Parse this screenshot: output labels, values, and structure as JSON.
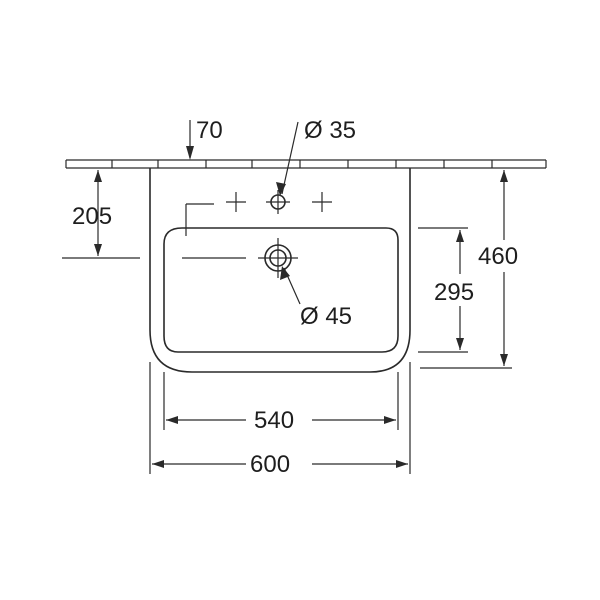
{
  "dimensions": {
    "tap_offset": "70",
    "tap_hole": "Ø 35",
    "tap_height": "205",
    "drain_hole": "Ø 45",
    "bowl_depth": "295",
    "overall_depth": "460",
    "bowl_width": "540",
    "overall_width": "600"
  },
  "colors": {
    "line": "#2a2a2a",
    "text": "#1e1e1e",
    "background": "#ffffff"
  }
}
